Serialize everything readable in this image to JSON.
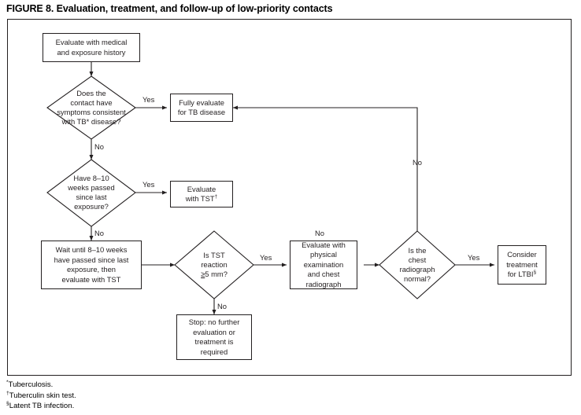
{
  "figure": {
    "title": "FIGURE 8. Evaluation, treatment, and follow-up of low-priority contacts"
  },
  "diagram": {
    "type": "flowchart",
    "nodes": [
      {
        "id": "start",
        "shape": "process",
        "label": "Evaluate with medical and exposure history"
      },
      {
        "id": "d-symptoms",
        "shape": "decision",
        "label": "Does the contact have symptoms consistent with TB* disease?"
      },
      {
        "id": "fully-eval",
        "shape": "process",
        "label": "Fully evaluate for TB disease"
      },
      {
        "id": "d-weeks",
        "shape": "decision",
        "label": "Have 8–10 weeks passed since last exposure?"
      },
      {
        "id": "eval-tst",
        "shape": "process",
        "label": "Evaluate with TST†"
      },
      {
        "id": "wait",
        "shape": "process",
        "label": "Wait until 8–10 weeks have passed since last exposure, then evaluate with TST"
      },
      {
        "id": "d-tst",
        "shape": "decision",
        "label": "Is TST reaction ≥5 mm?"
      },
      {
        "id": "stop",
        "shape": "process",
        "label": "Stop: no further evaluation or treatment is required"
      },
      {
        "id": "eval-phys",
        "shape": "process",
        "label": "Evaluate with physical examination and chest radiograph"
      },
      {
        "id": "d-cxr",
        "shape": "decision",
        "label": "Is the chest radiograph normal?"
      },
      {
        "id": "ltbi",
        "shape": "process",
        "label": "Consider treatment for LTBI§"
      }
    ],
    "edges": [
      {
        "from": "start",
        "to": "d-symptoms",
        "label": ""
      },
      {
        "from": "d-symptoms",
        "to": "fully-eval",
        "label": "Yes"
      },
      {
        "from": "d-symptoms",
        "to": "d-weeks",
        "label": "No"
      },
      {
        "from": "d-weeks",
        "to": "eval-tst",
        "label": "Yes"
      },
      {
        "from": "d-weeks",
        "to": "wait",
        "label": "No"
      },
      {
        "from": "wait",
        "to": "d-tst",
        "label": ""
      },
      {
        "from": "d-tst",
        "to": "eval-phys",
        "label": "Yes"
      },
      {
        "from": "d-tst",
        "to": "stop",
        "label": "No"
      },
      {
        "from": "eval-phys",
        "to": "d-cxr",
        "label": ""
      },
      {
        "from": "d-cxr",
        "to": "ltbi",
        "label": "Yes"
      },
      {
        "from": "d-cxr",
        "to": "fully-eval",
        "label": "No"
      }
    ]
  },
  "labels": {
    "start_line1": "Evaluate with medical",
    "start_line2": "and exposure history",
    "d_symptoms_l1": "Does the",
    "d_symptoms_l2": "contact have",
    "d_symptoms_l3": "symptoms consistent",
    "d_symptoms_l4": "with TB* disease?",
    "fully_eval_l1": "Fully evaluate",
    "fully_eval_l2": "for TB disease",
    "d_weeks_l1": "Have 8–10",
    "d_weeks_l2": "weeks passed",
    "d_weeks_l3": "since last",
    "d_weeks_l4": "exposure?",
    "eval_tst_l1": "Evaluate",
    "eval_tst_l2": "with TST",
    "wait_l1": "Wait until 8–10 weeks",
    "wait_l2": "have passed since last",
    "wait_l3": "exposure, then",
    "wait_l4": "evaluate with TST",
    "d_tst_l1": "Is TST",
    "d_tst_l2": "reaction",
    "d_tst_l3_sym": "≥",
    "d_tst_l3_rest": "5 mm?",
    "stop_l1": "Stop: no further",
    "stop_l2": "evaluation or",
    "stop_l3": "treatment is",
    "stop_l4": "required",
    "eval_phys_l1": "Evaluate with",
    "eval_phys_l2": "physical",
    "eval_phys_l3": "examination",
    "eval_phys_l4": "and chest",
    "eval_phys_l5": "radiograph",
    "d_cxr_l1": "Is the",
    "d_cxr_l2": "chest",
    "d_cxr_l3": "radiograph",
    "d_cxr_l4": "normal?",
    "ltbi_l1": "Consider",
    "ltbi_l2": "treatment",
    "ltbi_l3": "for LTBI"
  },
  "edge_labels": {
    "yes_symptoms": "Yes",
    "no_symptoms": "No",
    "yes_weeks": "Yes",
    "no_weeks": "No",
    "yes_tst": "Yes",
    "no_tst": "No",
    "no_cxr": "No",
    "yes_cxr": "Yes"
  },
  "footnotes": [
    {
      "marker": "*",
      "text": "Tuberculosis."
    },
    {
      "marker": "†",
      "text": "Tuberculin skin test."
    },
    {
      "marker": "§",
      "text": "Latent TB infection."
    }
  ],
  "colors": {
    "line": "#231f20",
    "text": "#231f20",
    "background": "#ffffff"
  }
}
